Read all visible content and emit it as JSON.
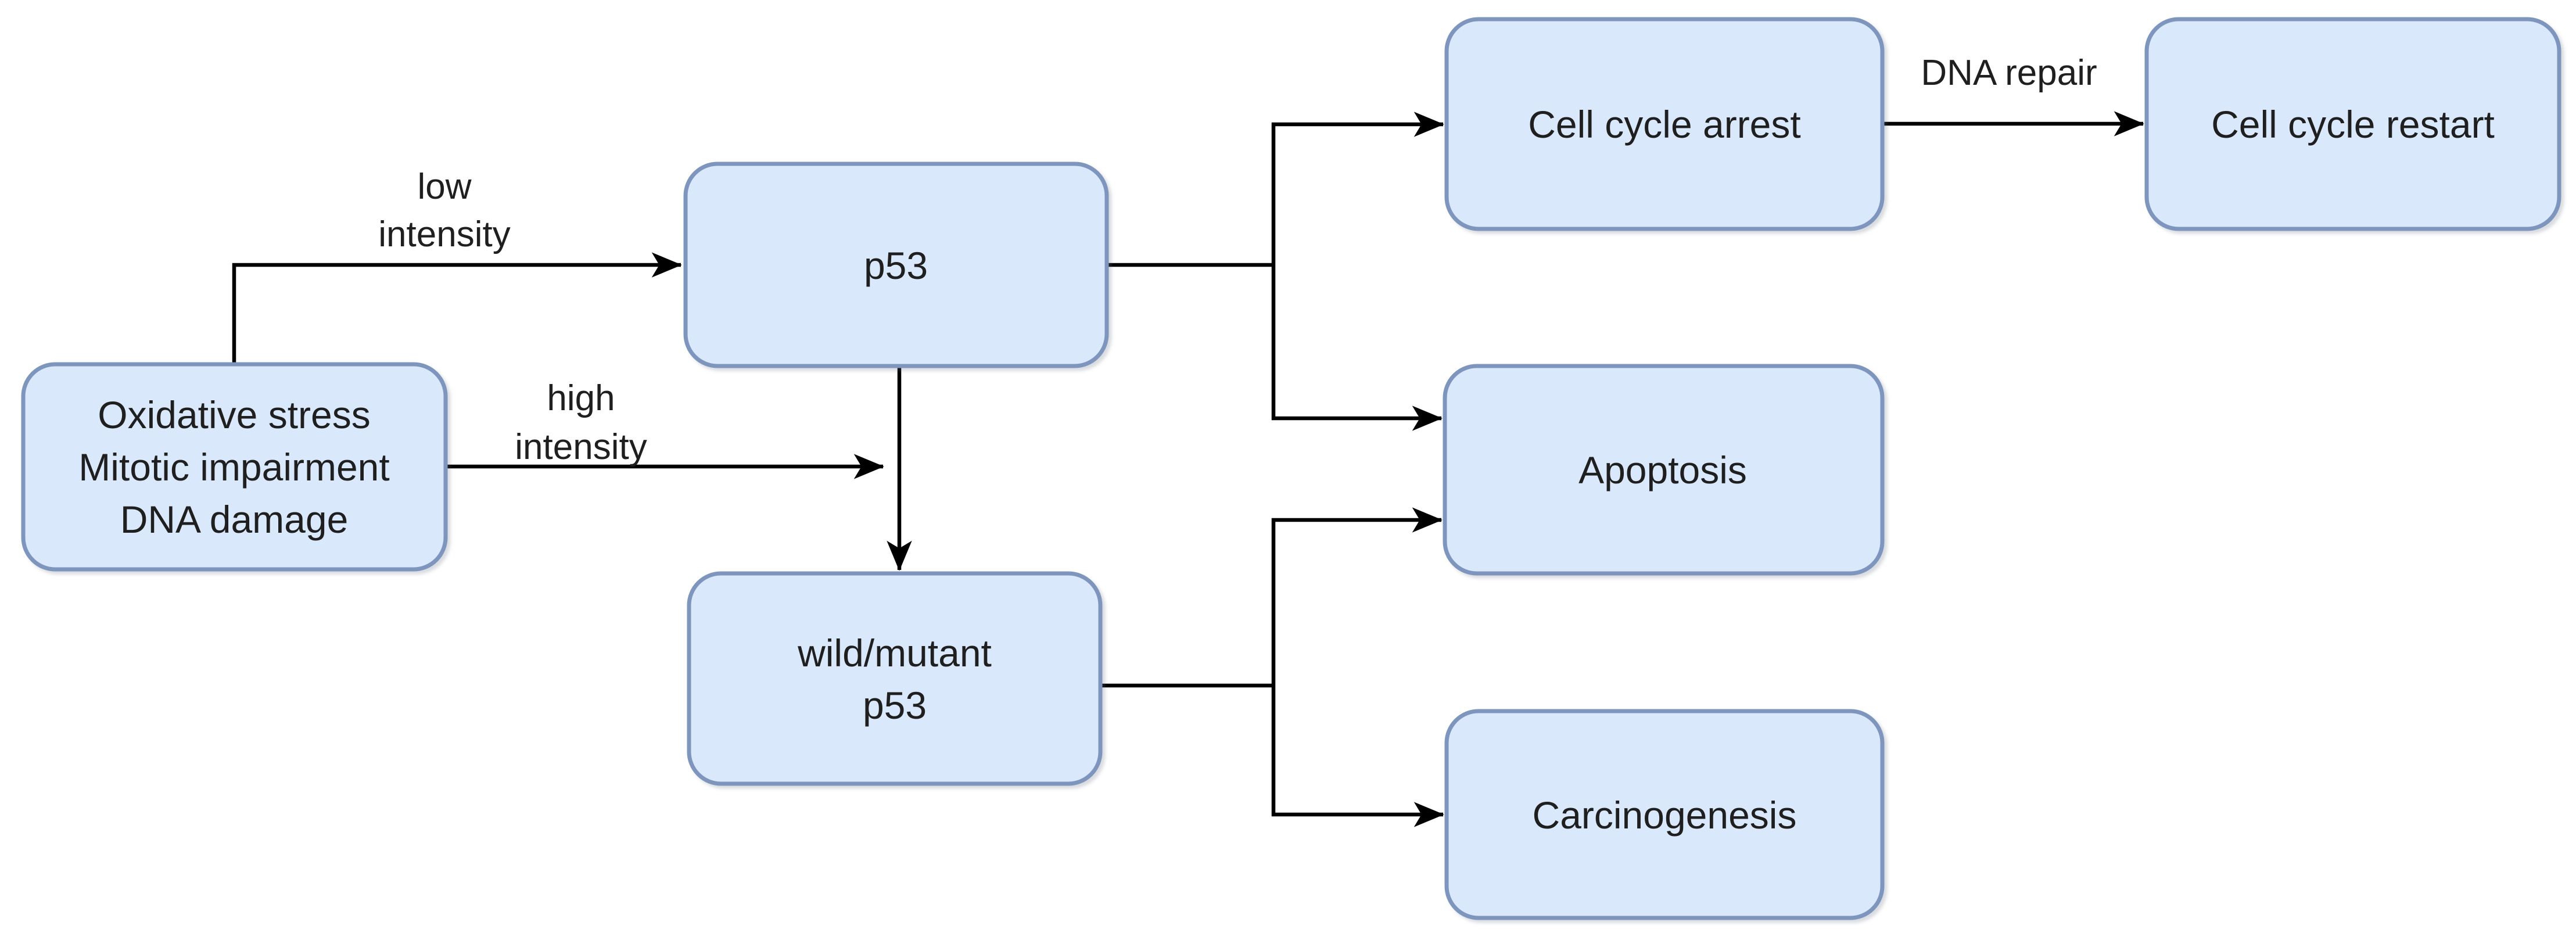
{
  "diagram": {
    "type": "flowchart",
    "colors": {
      "background": "#ffffff",
      "node_fill": "#dae8fc",
      "node_border": "#7e95bd",
      "connector": "#000000",
      "text": "#1f1f1f"
    },
    "nodes": {
      "stimuli": {
        "lines": [
          "Oxidative stress",
          "Mitotic impairment",
          "DNA damage"
        ]
      },
      "p53": {
        "label": "p53"
      },
      "wild_mutant_p53": {
        "lines": [
          "wild/mutant",
          "p53"
        ]
      },
      "cell_cycle_arrest": {
        "label": "Cell cycle arrest"
      },
      "apoptosis": {
        "label": "Apoptosis"
      },
      "carcinogenesis": {
        "label": "Carcinogenesis"
      },
      "cell_cycle_restart": {
        "label": "Cell cycle restart"
      }
    },
    "edges": [
      {
        "from": "stimuli",
        "to": "p53",
        "label_lines": [
          "low",
          "intensity"
        ]
      },
      {
        "from": "stimuli",
        "to": "wild_mutant_p53",
        "label_lines": [
          "high",
          "intensity"
        ]
      },
      {
        "from": "p53",
        "to": "wild_mutant_p53"
      },
      {
        "from": "p53",
        "to": "cell_cycle_arrest"
      },
      {
        "from": "p53",
        "to": "apoptosis"
      },
      {
        "from": "cell_cycle_arrest",
        "to": "cell_cycle_restart",
        "label": "DNA repair"
      },
      {
        "from": "wild_mutant_p53",
        "to": "apoptosis"
      },
      {
        "from": "wild_mutant_p53",
        "to": "carcinogenesis"
      }
    ]
  }
}
